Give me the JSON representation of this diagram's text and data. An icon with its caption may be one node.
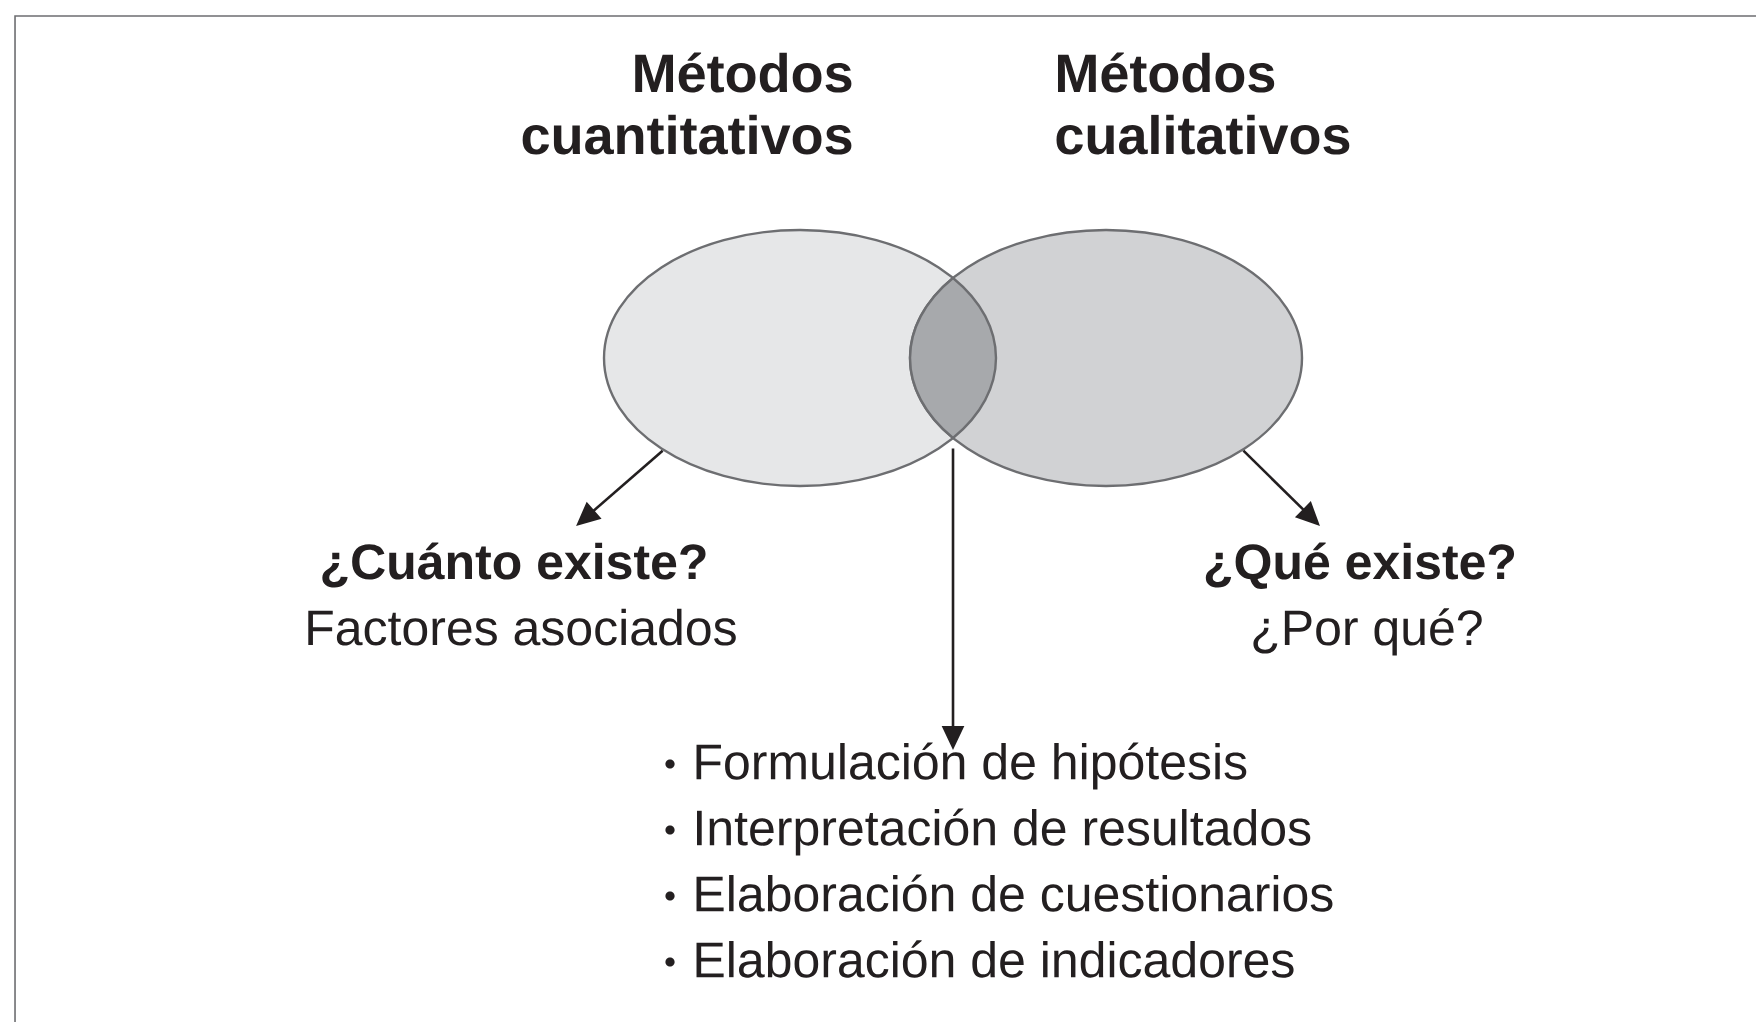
{
  "diagram": {
    "nodes": [
      {
        "text": [
          "Métodos cuantitativos"
        ]
      },
      {
        "text": [
          "Métodos cualitativos"
        ]
      },
      {
        "text": [],
        "shape": "lens"
      },
      {
        "text": [
          "¿Cuánto existe?",
          "Factores asociados"
        ]
      },
      {
        "text": [
          "¿Qué existe?",
          "¿Por qué?"
        ]
      },
      {
        "text": [
          "Formulación de hipótesis",
          "Interpretación de resultados",
          "Elaboración de cuestionarios",
          "Elaboración de indicadores"
        ]
      }
    ],
    "edges": [
      {
        "from": 0,
        "to": 3,
        "arrow": "to"
      },
      {
        "from": 2,
        "to": 5,
        "arrow": "to"
      },
      {
        "from": 1,
        "to": 4,
        "arrow": "to"
      }
    ]
  }
}
